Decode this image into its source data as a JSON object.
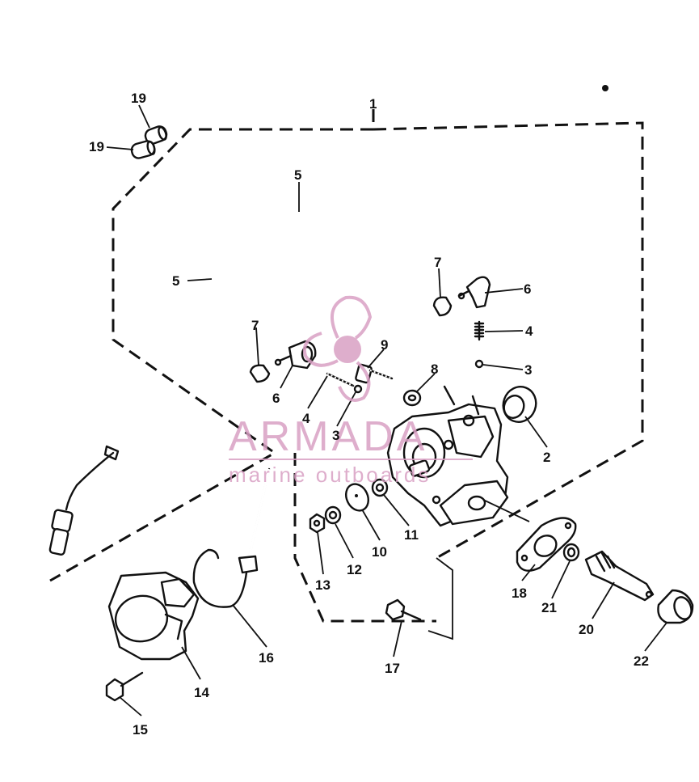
{
  "callouts": [
    {
      "id": "c1",
      "text": "1"
    },
    {
      "id": "c2",
      "text": "2"
    },
    {
      "id": "c3a",
      "text": "3"
    },
    {
      "id": "c3b",
      "text": "3"
    },
    {
      "id": "c4a",
      "text": "4"
    },
    {
      "id": "c4b",
      "text": "4"
    },
    {
      "id": "c5a",
      "text": "5"
    },
    {
      "id": "c5b",
      "text": "5"
    },
    {
      "id": "c6a",
      "text": "6"
    },
    {
      "id": "c6b",
      "text": "6"
    },
    {
      "id": "c7a",
      "text": "7"
    },
    {
      "id": "c7b",
      "text": "7"
    },
    {
      "id": "c8",
      "text": "8"
    },
    {
      "id": "c9",
      "text": "9"
    },
    {
      "id": "c10",
      "text": "10"
    },
    {
      "id": "c11",
      "text": "11"
    },
    {
      "id": "c12",
      "text": "12"
    },
    {
      "id": "c13",
      "text": "13"
    },
    {
      "id": "c14",
      "text": "14"
    },
    {
      "id": "c15",
      "text": "15"
    },
    {
      "id": "c16",
      "text": "16"
    },
    {
      "id": "c17",
      "text": "17"
    },
    {
      "id": "c18",
      "text": "18"
    },
    {
      "id": "c19a",
      "text": "19"
    },
    {
      "id": "c19b",
      "text": "19"
    },
    {
      "id": "c20",
      "text": "20"
    },
    {
      "id": "c21",
      "text": "21"
    },
    {
      "id": "c22",
      "text": "22"
    }
  ],
  "watermark": {
    "brand": "ARMADA",
    "tagline": "marine outboards",
    "color": "#d9a0c4"
  },
  "colors": {
    "ink": "#111111",
    "background": "#ffffff"
  }
}
